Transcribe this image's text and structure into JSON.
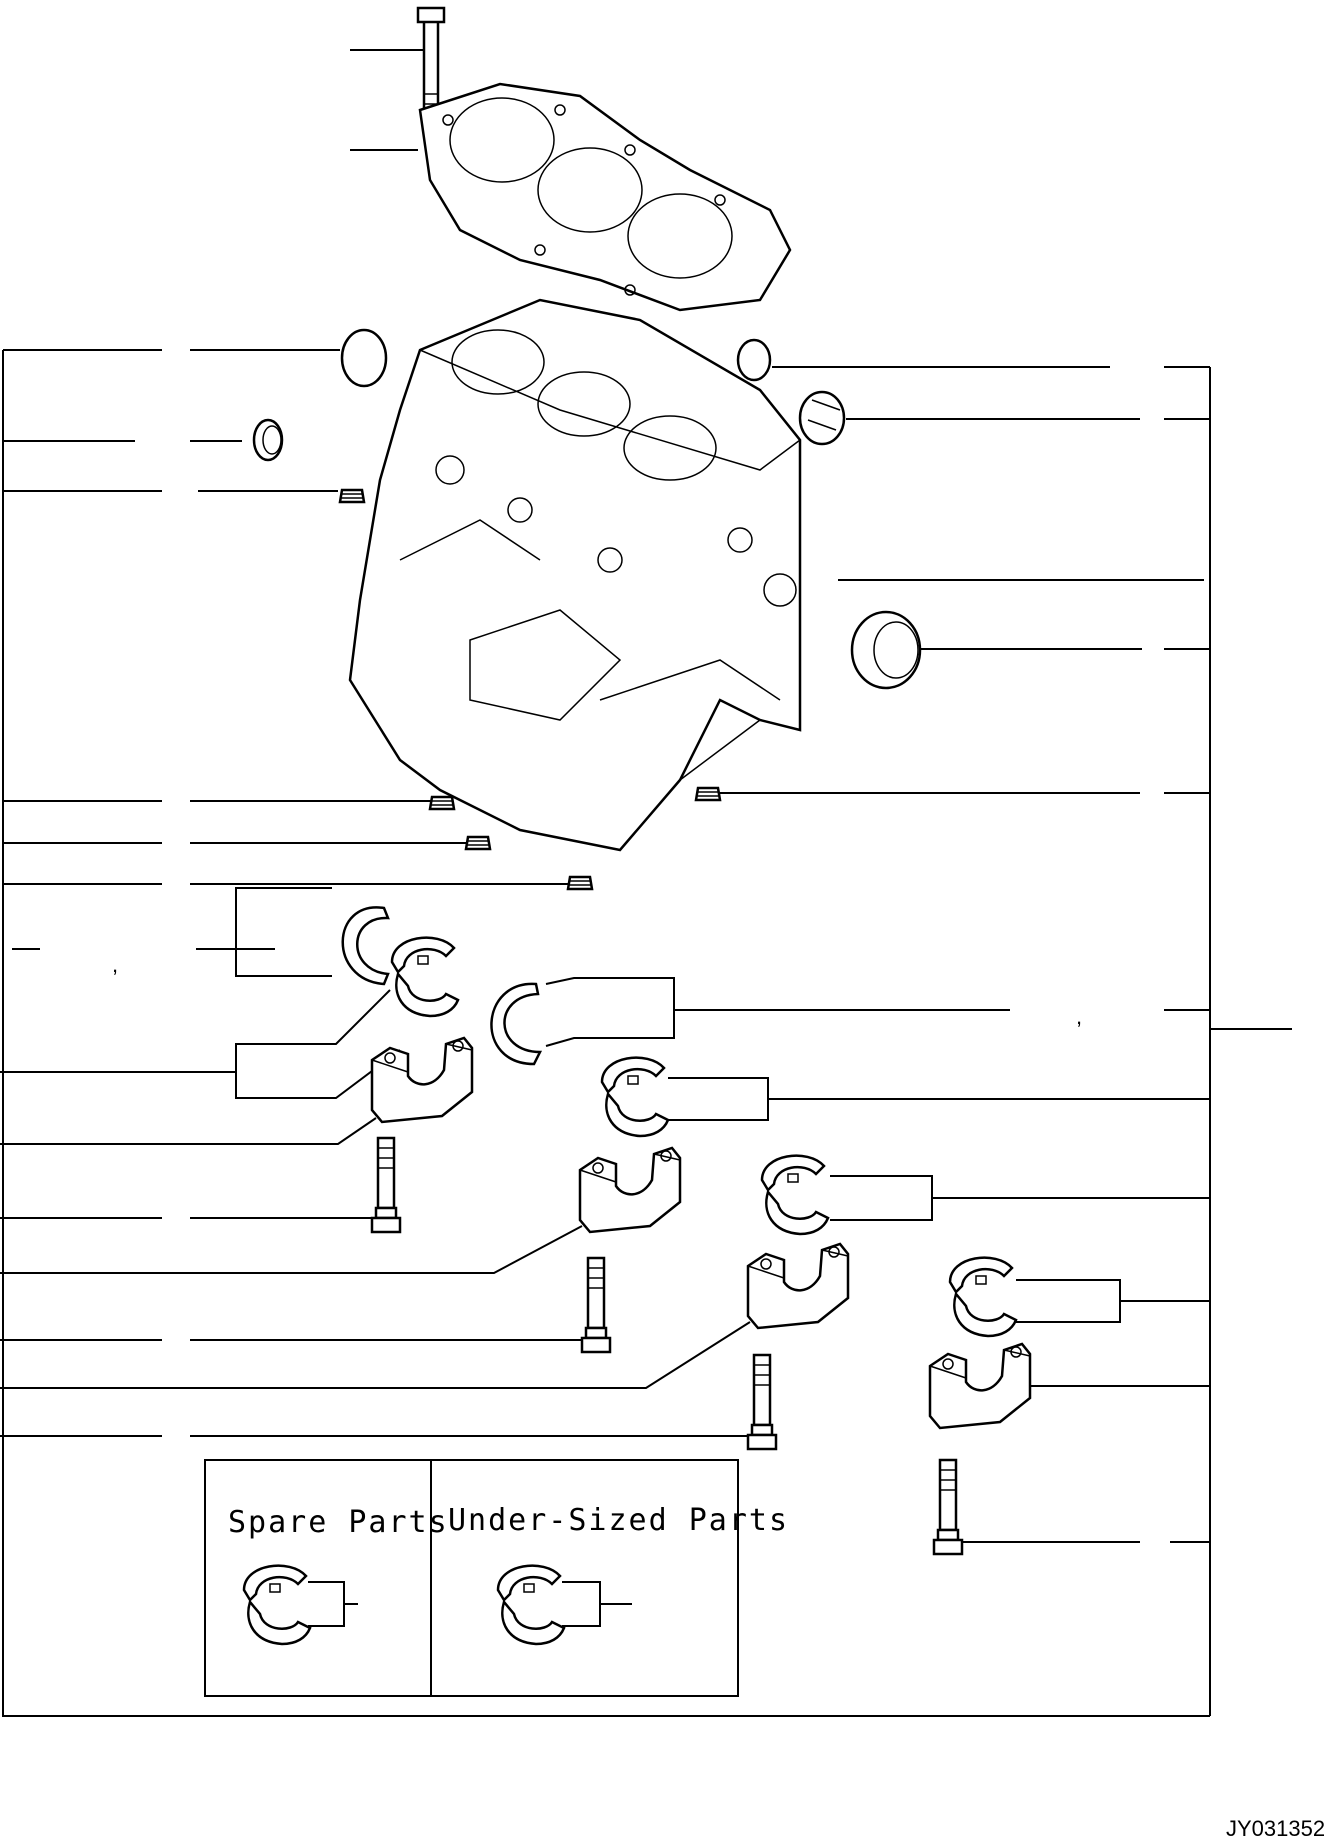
{
  "inset": {
    "spare_label": "Spare Parts",
    "undersized_label": "Under-Sized Parts"
  },
  "punctuation": {
    "comma_left": ",",
    "comma_right": ","
  },
  "figure_code": "JY031352"
}
